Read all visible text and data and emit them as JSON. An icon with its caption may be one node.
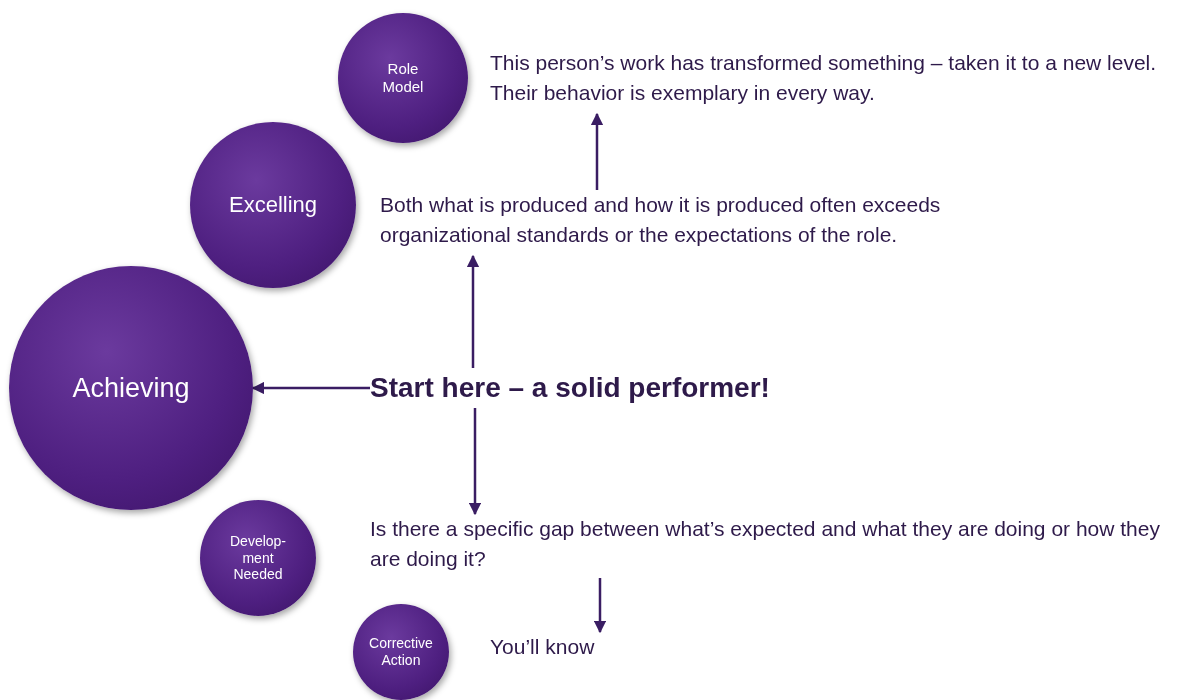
{
  "diagram": {
    "nodes": [
      {
        "text": [
          "Role Model"
        ]
      },
      {
        "text": [
          "This person’s work has transformed something – taken it to a new level. Their behavior is exemplary in every way."
        ]
      },
      {
        "text": [
          "Excelling"
        ]
      },
      {
        "text": [
          "Both what is produced and how it is produced often exceeds organizational standards or the expectations of the role."
        ]
      },
      {
        "text": [
          "Achieving"
        ]
      },
      {
        "text": [
          "Start here – a solid performer!"
        ]
      },
      {
        "text": [
          "Develop-ment Needed"
        ]
      },
      {
        "text": [
          "Is there a specific gap between what’s expected and what they are doing or how they are doing it?"
        ]
      },
      {
        "text": [
          "Corrective Action"
        ]
      },
      {
        "text": [
          "You’ll know"
        ]
      }
    ],
    "edges": [
      {
        "from": 5,
        "to": 3,
        "arrow": "to"
      },
      {
        "from": 3,
        "to": 1,
        "arrow": "to"
      },
      {
        "from": 5,
        "to": 4,
        "arrow": "to"
      },
      {
        "from": 5,
        "to": 7,
        "arrow": "to"
      },
      {
        "from": 7,
        "to": 9,
        "arrow": "to"
      }
    ]
  }
}
